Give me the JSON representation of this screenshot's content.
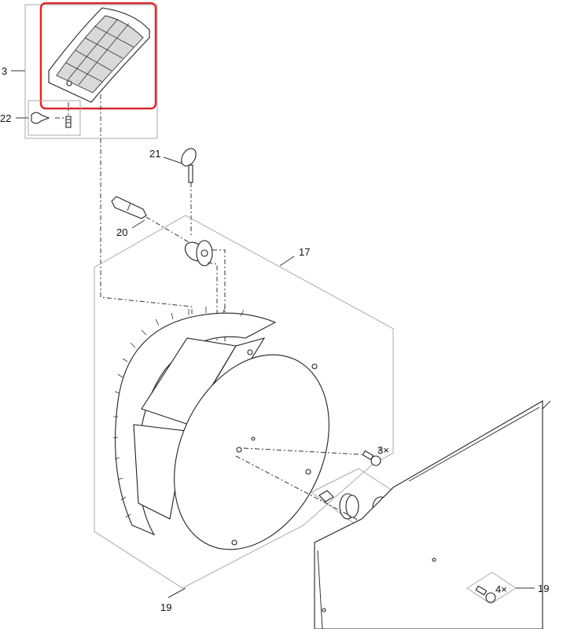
{
  "callouts": {
    "c3": "3",
    "c22": "22",
    "c21": "21",
    "c20": "20",
    "c17": "17",
    "c3x": "3×",
    "c4x": "4×",
    "c19a": "19",
    "c19b": "19"
  },
  "highlight_color": "#d62b32"
}
